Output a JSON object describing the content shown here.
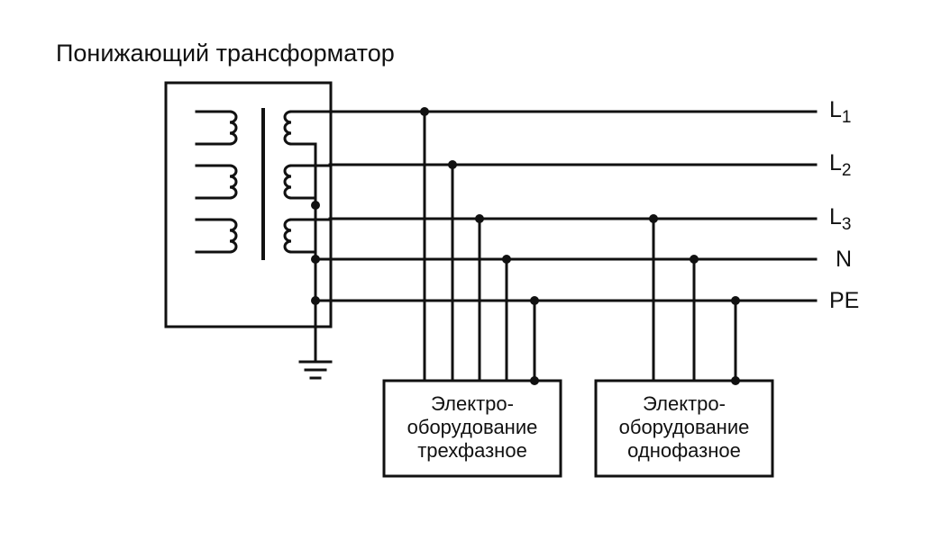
{
  "title": "Понижающий трансформатор",
  "buses": [
    {
      "id": "L1",
      "letter": "L",
      "sub": "1"
    },
    {
      "id": "L2",
      "letter": "L",
      "sub": "2"
    },
    {
      "id": "L3",
      "letter": "L",
      "sub": "3"
    },
    {
      "id": "N",
      "letter": "N",
      "sub": ""
    },
    {
      "id": "PE",
      "letter": "PE",
      "sub": ""
    }
  ],
  "equipment": [
    {
      "id": "three-phase",
      "lines": [
        "Электро-",
        "оборудование",
        "трехфазное"
      ]
    },
    {
      "id": "single-phase",
      "lines": [
        "Электро-",
        "оборудование",
        "однофазное"
      ]
    }
  ],
  "colors": {
    "line": "#111111"
  }
}
